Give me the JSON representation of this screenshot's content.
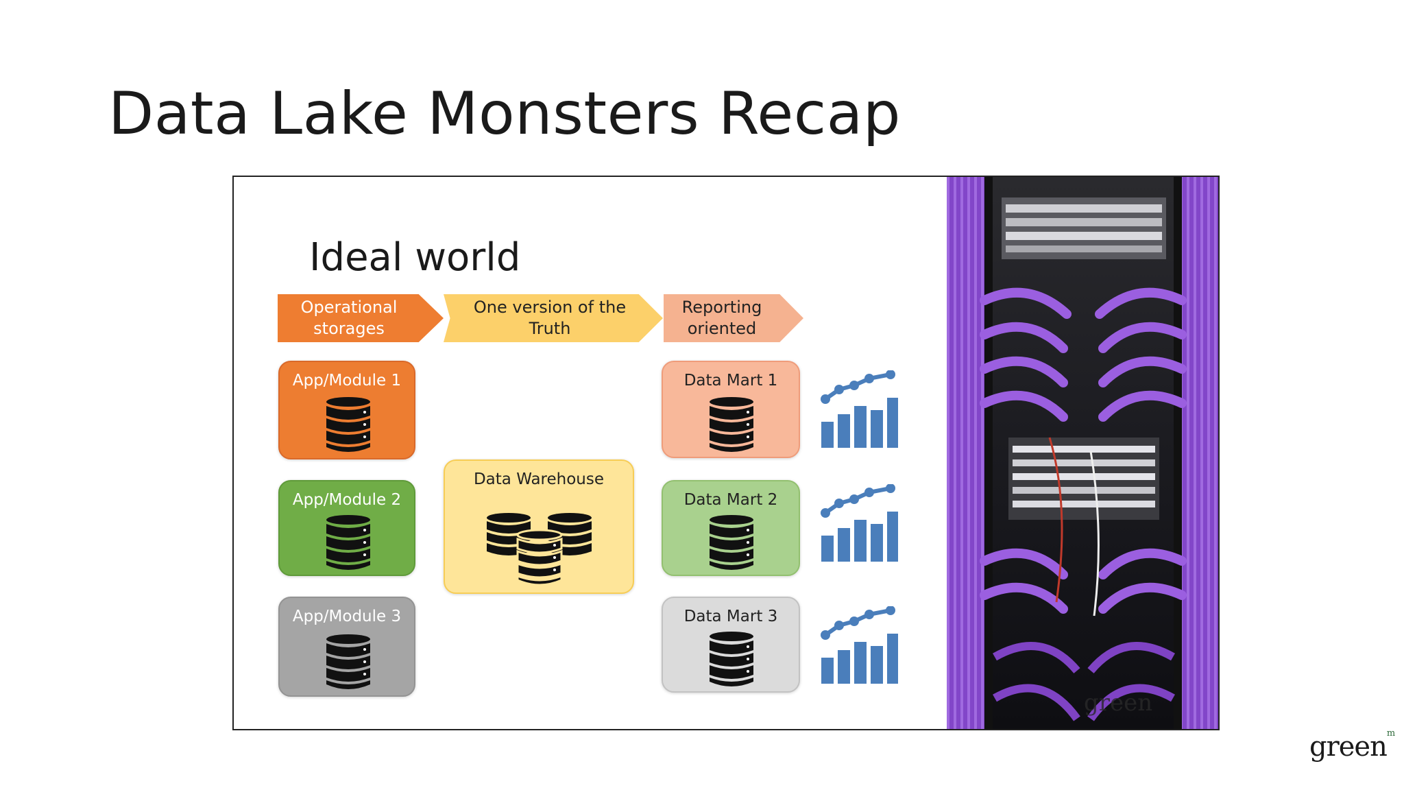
{
  "slide": {
    "title": "Data Lake Monsters Recap",
    "logo_text": "green",
    "logo_mark": "m"
  },
  "diagram": {
    "heading": "Ideal world",
    "stages": [
      {
        "label": "Operational storages",
        "color": "#ee7d31"
      },
      {
        "label": "One version of the Truth",
        "color": "#fcd06a"
      },
      {
        "label": "Reporting oriented",
        "color": "#f5b290"
      }
    ],
    "sources": [
      {
        "label": "App/Module 1",
        "color": "#ed7d31",
        "icon": "database-icon"
      },
      {
        "label": "App/Module 2",
        "color": "#70ad47",
        "icon": "database-icon"
      },
      {
        "label": "App/Module 3",
        "color": "#a5a5a5",
        "icon": "database-icon"
      }
    ],
    "warehouse": {
      "label": "Data Warehouse",
      "color": "#fee599",
      "icon": "database-cluster-icon"
    },
    "marts": [
      {
        "label": "Data Mart 1",
        "color": "#f8b89a",
        "icon": "database-icon"
      },
      {
        "label": "Data Mart 2",
        "color": "#a9d18e",
        "icon": "database-icon"
      },
      {
        "label": "Data Mart 3",
        "color": "#dbdbdb",
        "icon": "database-icon"
      }
    ],
    "report_icon": "bar-line-chart-icon",
    "report_icon_color": "#4a7ebb",
    "photo": {
      "watermark": "green",
      "subject": "server rack with purple network cables",
      "cable_color": "#8a4fd0"
    }
  }
}
